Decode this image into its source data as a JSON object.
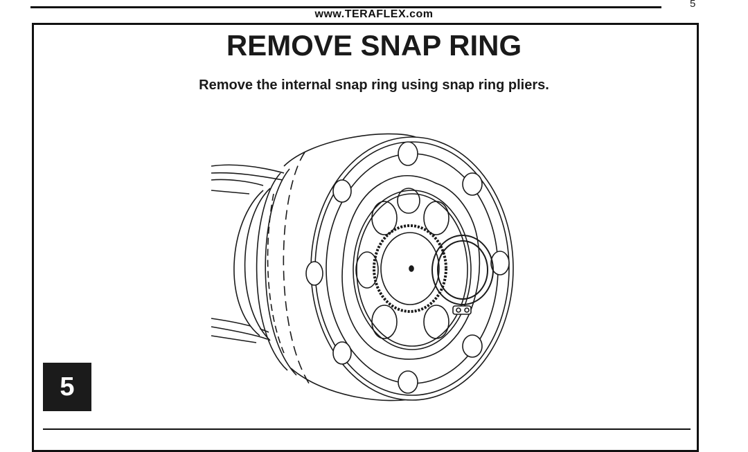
{
  "header": {
    "url": "www.TERAFLEX.com",
    "page_number": "5"
  },
  "title": "REMOVE SNAP RING",
  "instruction": "Remove the internal snap ring using snap ring pliers.",
  "step_number": "5",
  "illustration": {
    "icon": "cv-joint-snap-ring-illustration",
    "colors": {
      "line": "#1a1a1a",
      "fill": "#ffffff"
    }
  }
}
